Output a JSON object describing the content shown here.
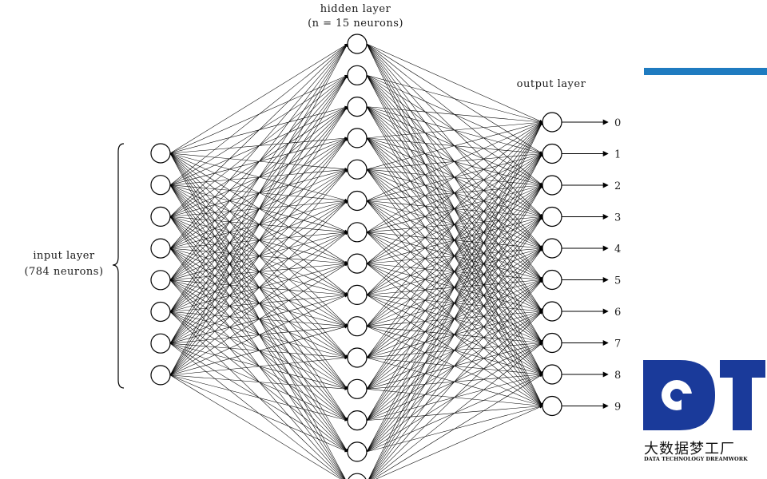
{
  "hidden_layer": {
    "title": "hidden layer",
    "subtitle": "(n = 15 neurons)",
    "neuron_count": 15
  },
  "input_layer": {
    "title": "input layer",
    "subtitle": "(784 neurons)",
    "shown_neurons": 8
  },
  "output_layer": {
    "title": "output layer",
    "labels": [
      "0",
      "1",
      "2",
      "3",
      "4",
      "5",
      "6",
      "7",
      "8",
      "9"
    ]
  },
  "logo": {
    "chinese_text": "大数据梦工厂",
    "english_text": "DATA TECHNOLOGY DREAMWORK",
    "brand_color": "#1a3a9a"
  },
  "colors": {
    "accent_bar": "#1f7bc0",
    "line": "#000000"
  }
}
